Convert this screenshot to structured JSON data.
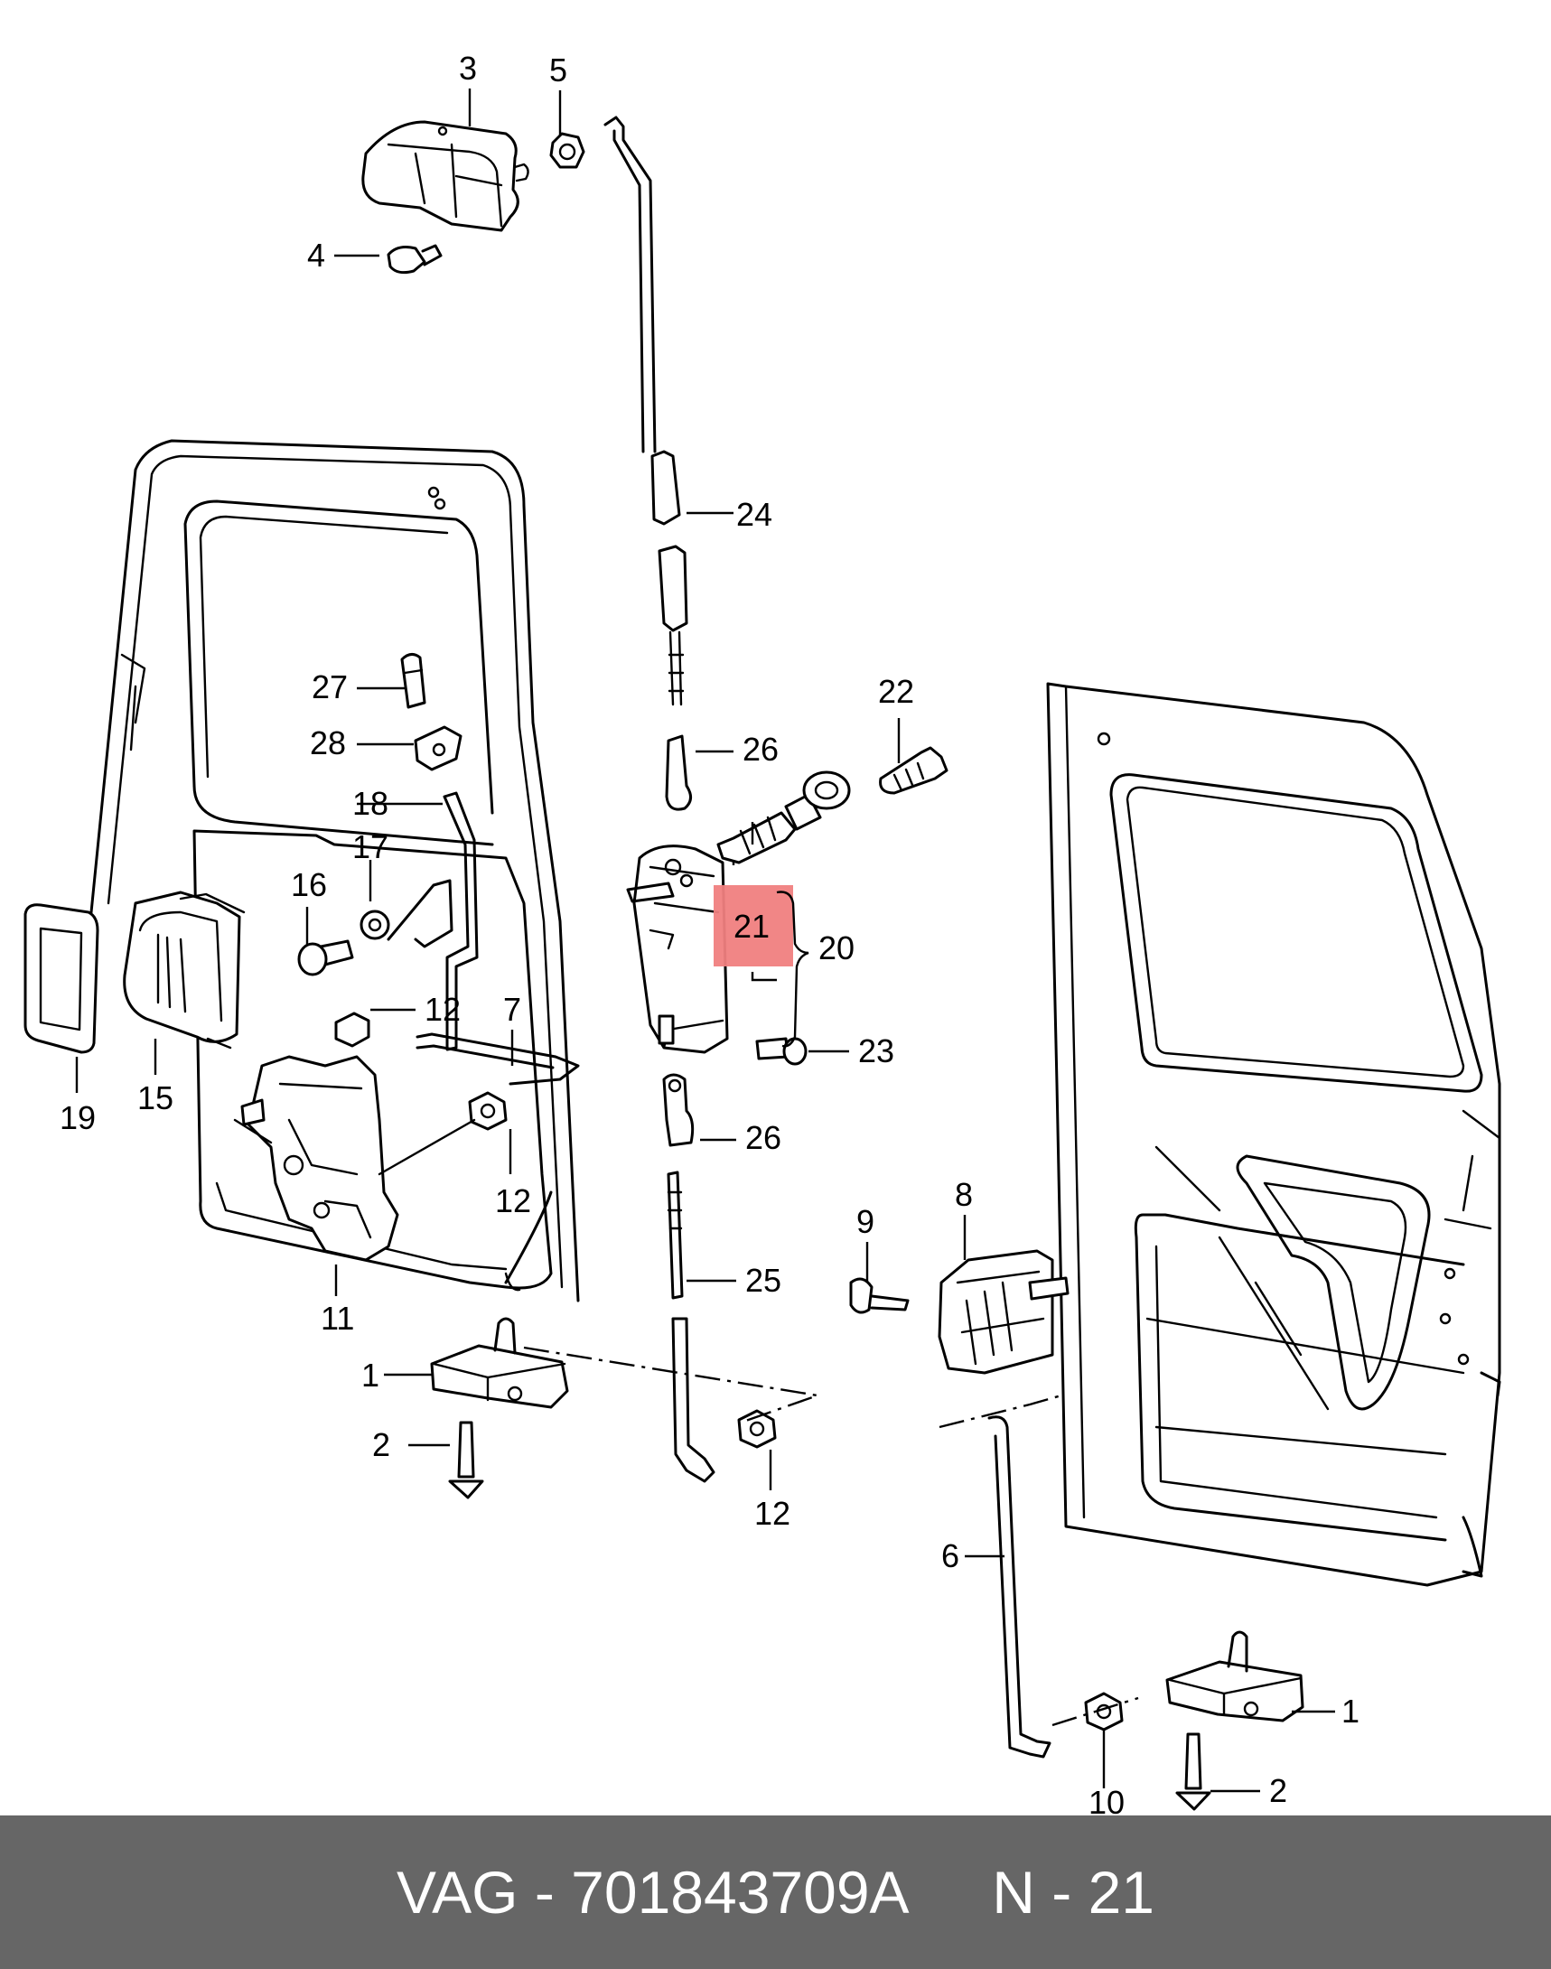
{
  "diagram": {
    "highlight_color": "#f08080",
    "labels": {
      "l1a": "1",
      "l1b": "1",
      "l2a": "2",
      "l2b": "2",
      "l3": "3",
      "l4": "4",
      "l5": "5",
      "l6": "6",
      "l7": "7",
      "l8": "8",
      "l9": "9",
      "l10": "10",
      "l11": "11",
      "l12a": "12",
      "l12b": "12",
      "l12c": "12",
      "l15": "15",
      "l16": "16",
      "l17": "17",
      "l18": "18",
      "l19": "19",
      "l20": "20",
      "l21": "21",
      "l22": "22",
      "l23": "23",
      "l24": "24",
      "l25": "25",
      "l26a": "26",
      "l26b": "26",
      "l27": "27",
      "l28": "28"
    }
  },
  "footer": {
    "brand": "VAG",
    "separator": "-",
    "part_number": "701843709A",
    "position": "N - 21",
    "background": "#666666"
  }
}
